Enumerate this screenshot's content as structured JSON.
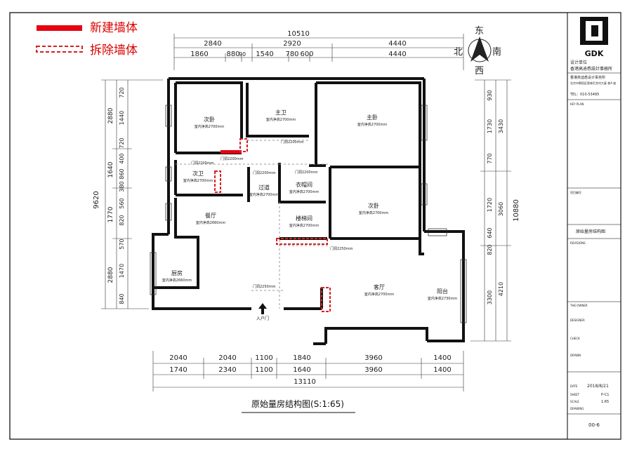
{
  "legend": {
    "new_wall": "新建墙体",
    "removed_wall": "拆除墙体",
    "new_color": "#e60012",
    "removed_color": "#d62020"
  },
  "compass": {
    "north": "北",
    "south": "南",
    "east": "东",
    "west": "西"
  },
  "title": "原始量房结构图(S:1:65)",
  "dims": {
    "top_total": "10510",
    "top_row1": [
      "2840",
      "2920",
      "4440"
    ],
    "top_row2": [
      "1860",
      "880",
      "90",
      "1540",
      "780",
      "600",
      "4440"
    ],
    "bottom_row1": [
      "2040",
      "2040",
      "1100",
      "1840",
      "3960",
      "1400"
    ],
    "bottom_row2": [
      "1740",
      "2340",
      "1100",
      "1640",
      "3960",
      "1400"
    ],
    "bottom_total": "13110",
    "left_total": "9620",
    "left_row1": [
      "2880",
      "1640",
      "1770",
      "2880"
    ],
    "left_row2": [
      "720",
      "1440",
      "720",
      "400",
      "860",
      "380",
      "560",
      "820",
      "570",
      "1470",
      "840"
    ],
    "right_total": "10880",
    "right_row1": [
      "930",
      "1730",
      "770",
      "1720",
      "640",
      "820",
      "3300"
    ],
    "right_row2": [
      "3430",
      "3060",
      "4210"
    ]
  },
  "rooms": [
    {
      "name": "次卧",
      "height": "室内净高2700mm"
    },
    {
      "name": "主卫",
      "height": "室内净高2700mm"
    },
    {
      "name": "主卧",
      "height": "室内净高2700mm"
    },
    {
      "name": "次卫",
      "height": "室内净高2700mm"
    },
    {
      "name": "过道",
      "height": "室内净高2700mm"
    },
    {
      "name": "衣帽间",
      "height": "室内净高2700mm"
    },
    {
      "name": "次卧",
      "height": "室内净高2700mm"
    },
    {
      "name": "餐厅",
      "height": "室内净高2660mm"
    },
    {
      "name": "楼梯间",
      "height": "室内净高2700mm"
    },
    {
      "name": "厨房",
      "height": "室内净高2660mm"
    },
    {
      "name": "客厅",
      "height": "室内净高2700mm"
    },
    {
      "name": "阳台",
      "height": "室内净高2730mm"
    }
  ],
  "doors": [
    "门洞2200mm",
    "门洞2200mm",
    "门洞2200mm",
    "门洞2200mm",
    "门洞2200mm",
    "门洞2250mm",
    "门洞2250mm"
  ],
  "entrance": "入户门",
  "title_block": {
    "logo": "GDK",
    "company_label": "设计单位",
    "company_name": "香港高迪悉設計事務所",
    "company_line1": "香港高迪悉设计事务所",
    "company_line2": "北京市朝阳区奥林匹克村大厦 栋A 座",
    "phone": "TEL：010-53495",
    "key_plan": "KEY PLAN",
    "revisions": "REVISIONS",
    "project": "项目编号",
    "drawing_title": "原始量房结构图",
    "date": "2018/8/21",
    "drawing_no": "P-C1",
    "scale": "1:65",
    "page": "00-6",
    "labels": [
      "THE OWNER",
      "DESIGNER",
      "CHECK",
      "DRAWN",
      "DATE",
      "SHEET",
      "SCALE",
      "DRAWING"
    ]
  }
}
